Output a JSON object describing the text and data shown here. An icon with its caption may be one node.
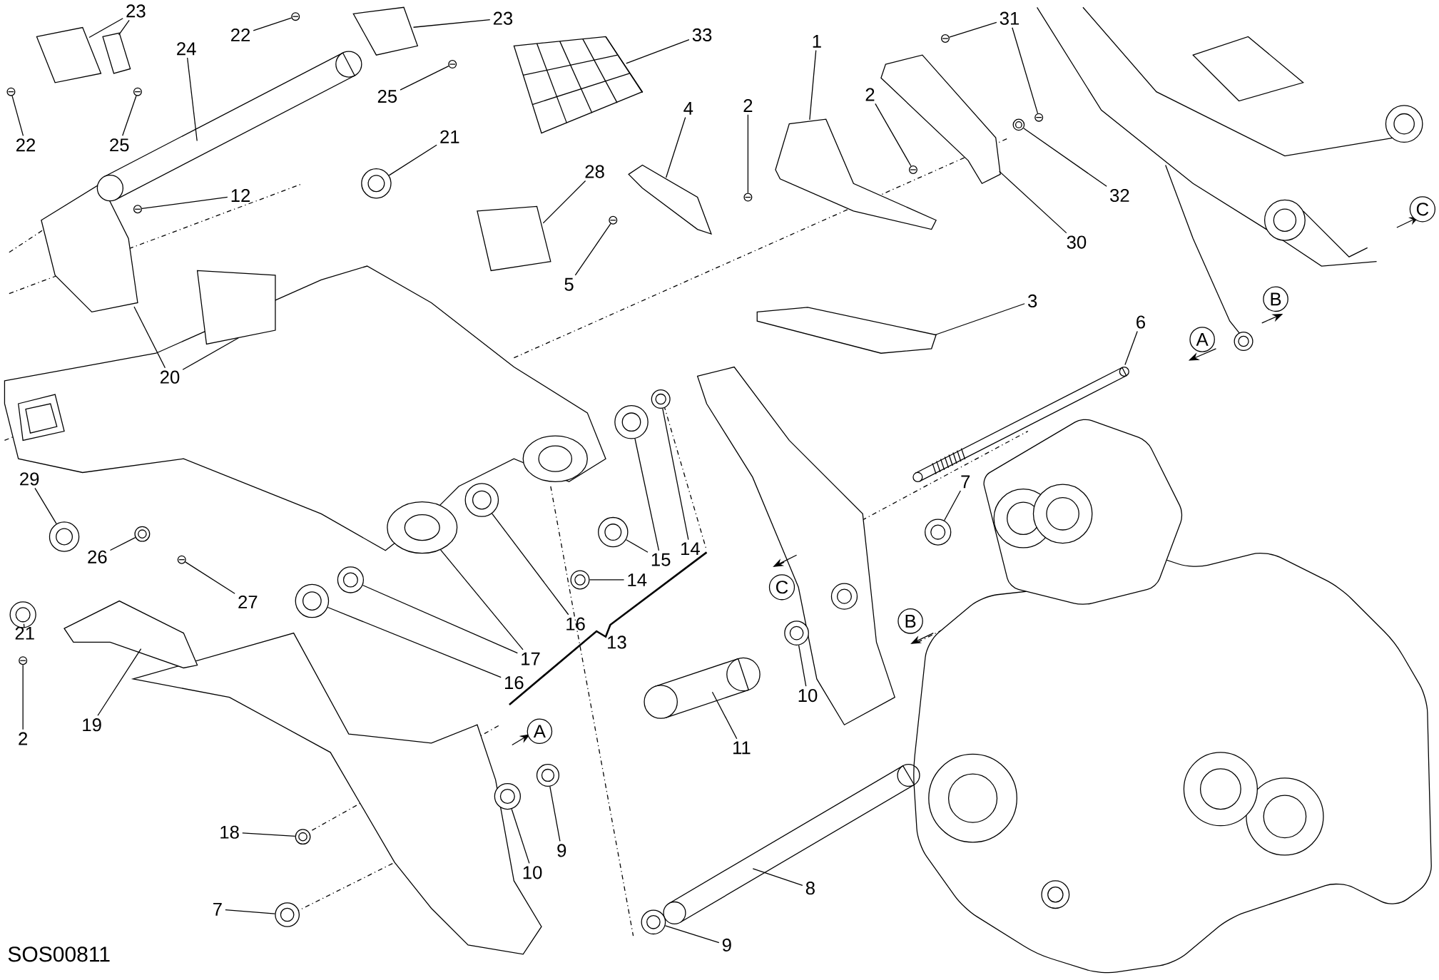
{
  "diagram": {
    "nodes": [
      {
        "text": [
          "1"
        ]
      },
      {
        "text": [
          "2"
        ]
      },
      {
        "text": [
          "2"
        ]
      },
      {
        "text": [
          "2"
        ]
      },
      {
        "text": [
          "3"
        ]
      },
      {
        "text": [
          "4"
        ]
      },
      {
        "text": [
          "5"
        ]
      },
      {
        "text": [
          "6"
        ]
      },
      {
        "text": [
          "7"
        ]
      },
      {
        "text": [
          "7"
        ]
      },
      {
        "text": [
          "8"
        ]
      },
      {
        "text": [
          "9"
        ]
      },
      {
        "text": [
          "9"
        ]
      },
      {
        "text": [
          "10"
        ]
      },
      {
        "text": [
          "10"
        ]
      },
      {
        "text": [
          "11"
        ]
      },
      {
        "text": [
          "12"
        ]
      },
      {
        "text": [
          "13"
        ]
      },
      {
        "text": [
          "14"
        ]
      },
      {
        "text": [
          "14"
        ]
      },
      {
        "text": [
          "15"
        ]
      },
      {
        "text": [
          "16"
        ]
      },
      {
        "text": [
          "16"
        ]
      },
      {
        "text": [
          "17"
        ]
      },
      {
        "text": [
          "18"
        ]
      },
      {
        "text": [
          "19"
        ]
      },
      {
        "text": [
          "20"
        ]
      },
      {
        "text": [
          "21"
        ]
      },
      {
        "text": [
          "21"
        ]
      },
      {
        "text": [
          "22"
        ]
      },
      {
        "text": [
          "22"
        ]
      },
      {
        "text": [
          "23"
        ]
      },
      {
        "text": [
          "23"
        ]
      },
      {
        "text": [
          "24"
        ]
      },
      {
        "text": [
          "25"
        ]
      },
      {
        "text": [
          "25"
        ]
      },
      {
        "text": [
          "26"
        ]
      },
      {
        "text": [
          "27"
        ]
      },
      {
        "text": [
          "28"
        ]
      },
      {
        "text": [
          "29"
        ]
      },
      {
        "text": [
          "30"
        ]
      },
      {
        "text": [
          "31"
        ]
      },
      {
        "text": [
          "32"
        ]
      },
      {
        "text": [
          "33"
        ]
      },
      {
        "text": [
          "A"
        ]
      },
      {
        "text": [
          "B"
        ]
      },
      {
        "text": [
          "C"
        ]
      },
      {
        "text": [
          "C"
        ]
      },
      {
        "text": [
          "B"
        ]
      },
      {
        "text": [
          "A"
        ]
      },
      {
        "text": [],
        "shape": "picture"
      },
      {
        "text": [],
        "shape": "picture"
      },
      {
        "text": [],
        "shape": "picture"
      },
      {
        "text": [],
        "shape": "picture"
      },
      {
        "text": [],
        "shape": "picture"
      },
      {
        "text": [],
        "shape": "picture"
      },
      {
        "text": [],
        "shape": "picture"
      },
      {
        "text": [],
        "shape": "picture"
      },
      {
        "text": [],
        "shape": "picture"
      },
      {
        "text": [],
        "shape": "picture"
      },
      {
        "text": [],
        "shape": "picture"
      },
      {
        "text": [],
        "shape": "picture"
      },
      {
        "text": [],
        "shape": "picture"
      },
      {
        "text": [],
        "shape": "picture"
      },
      {
        "text": [],
        "shape": "picture"
      },
      {
        "text": [],
        "shape": "picture"
      },
      {
        "text": [],
        "shape": "picture"
      },
      {
        "text": [],
        "shape": "picture"
      },
      {
        "text": [],
        "shape": "picture"
      },
      {
        "text": [],
        "shape": "picture"
      },
      {
        "text": [],
        "shape": "picture"
      },
      {
        "text": [],
        "shape": "picture"
      },
      {
        "text": [],
        "shape": "picture"
      },
      {
        "text": [],
        "shape": "picture"
      },
      {
        "text": [],
        "shape": "picture"
      },
      {
        "text": [],
        "shape": "picture"
      },
      {
        "text": [],
        "shape": "picture"
      },
      {
        "text": [],
        "shape": "picture"
      },
      {
        "text": [],
        "shape": "picture"
      },
      {
        "text": [],
        "shape": "picture"
      },
      {
        "text": [],
        "shape": "picture"
      },
      {
        "text": [],
        "shape": "picture"
      },
      {
        "text": [],
        "shape": "picture"
      },
      {
        "text": [],
        "shape": "picture"
      },
      {
        "text": [],
        "shape": "picture"
      },
      {
        "text": [],
        "shape": "picture"
      },
      {
        "text": [],
        "shape": "picture"
      },
      {
        "text": [],
        "shape": "picture"
      },
      {
        "text": [],
        "shape": "picture"
      },
      {
        "text": [],
        "shape": "picture"
      },
      {
        "text": [],
        "shape": "picture"
      },
      {
        "text": [],
        "shape": "picture"
      },
      {
        "text": [],
        "shape": "picture"
      },
      {
        "text": [],
        "shape": "picture"
      },
      {
        "text": [],
        "shape": "picture"
      },
      {
        "text": [],
        "shape": "picture"
      },
      {
        "text": [],
        "shape": "picture"
      },
      {
        "text": [],
        "shape": "picture"
      }
    ],
    "edges": [
      {
        "from": 0,
        "to": 50,
        "arrow": "none"
      },
      {
        "from": 1,
        "to": 51,
        "arrow": "none"
      },
      {
        "from": 2,
        "to": 52,
        "arrow": "none"
      },
      {
        "from": 3,
        "to": 53,
        "arrow": "none"
      },
      {
        "from": 4,
        "to": 54,
        "arrow": "none"
      },
      {
        "from": 5,
        "to": 55,
        "arrow": "none"
      },
      {
        "from": 6,
        "to": 56,
        "arrow": "none"
      },
      {
        "from": 7,
        "to": 57,
        "arrow": "none"
      },
      {
        "from": 8,
        "to": 58,
        "arrow": "none"
      },
      {
        "from": 9,
        "to": 59,
        "arrow": "none"
      },
      {
        "from": 10,
        "to": 60,
        "arrow": "none"
      },
      {
        "from": 11,
        "to": 61,
        "arrow": "none"
      },
      {
        "from": 12,
        "to": 62,
        "arrow": "none"
      },
      {
        "from": 13,
        "to": 63,
        "arrow": "none"
      },
      {
        "from": 14,
        "to": 64,
        "arrow": "none"
      },
      {
        "from": 15,
        "to": 65,
        "arrow": "none"
      },
      {
        "from": 16,
        "to": 66,
        "arrow": "none"
      },
      {
        "from": 18,
        "to": 67,
        "arrow": "none"
      },
      {
        "from": 19,
        "to": 68,
        "arrow": "none"
      },
      {
        "from": 20,
        "to": 69,
        "arrow": "none"
      },
      {
        "from": 20,
        "to": 70,
        "arrow": "none"
      },
      {
        "from": 21,
        "to": 71,
        "arrow": "none"
      },
      {
        "from": 22,
        "to": 72,
        "arrow": "none"
      },
      {
        "from": 23,
        "to": 73,
        "arrow": "none"
      },
      {
        "from": 23,
        "to": 74,
        "arrow": "none"
      },
      {
        "from": 24,
        "to": 75,
        "arrow": "none"
      },
      {
        "from": 25,
        "to": 76,
        "arrow": "none"
      },
      {
        "from": 26,
        "to": 77,
        "arrow": "none"
      },
      {
        "from": 26,
        "to": 78,
        "arrow": "none"
      },
      {
        "from": 27,
        "to": 79,
        "arrow": "none"
      },
      {
        "from": 28,
        "to": 80,
        "arrow": "none"
      },
      {
        "from": 29,
        "to": 81,
        "arrow": "none"
      },
      {
        "from": 30,
        "to": 82,
        "arrow": "none"
      },
      {
        "from": 31,
        "to": 83,
        "arrow": "none"
      },
      {
        "from": 31,
        "to": 84,
        "arrow": "none"
      },
      {
        "from": 32,
        "to": 85,
        "arrow": "none"
      },
      {
        "from": 33,
        "to": 86,
        "arrow": "none"
      },
      {
        "from": 34,
        "to": 87,
        "arrow": "none"
      },
      {
        "from": 35,
        "to": 88,
        "arrow": "none"
      },
      {
        "from": 36,
        "to": 89,
        "arrow": "none"
      },
      {
        "from": 37,
        "to": 90,
        "arrow": "none"
      },
      {
        "from": 38,
        "to": 91,
        "arrow": "none"
      },
      {
        "from": 39,
        "to": 92,
        "arrow": "none"
      },
      {
        "from": 40,
        "to": 93,
        "arrow": "none"
      },
      {
        "from": 41,
        "to": 94,
        "arrow": "none"
      },
      {
        "from": 41,
        "to": 95,
        "arrow": "none"
      },
      {
        "from": 42,
        "to": 96,
        "arrow": "none"
      },
      {
        "from": 43,
        "to": 97,
        "arrow": "none"
      }
    ],
    "labels": [
      "SOS00811"
    ]
  }
}
